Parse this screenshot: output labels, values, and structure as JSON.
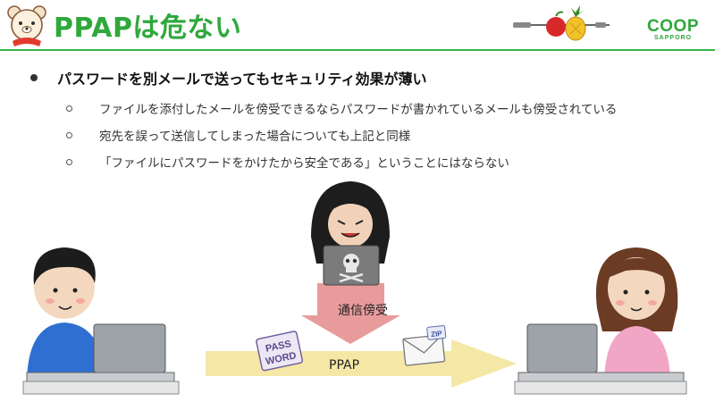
{
  "header": {
    "title": "PPAPは危ない",
    "logo_main": "COOP",
    "logo_sub": "SAPPORO"
  },
  "bullets": {
    "main": "パスワードを別メールで送ってもセキュリティ効果が薄い",
    "subs": [
      "ファイルを添付したメールを傍受できるならパスワードが書かれているメールも傍受されている",
      "宛先を誤って送信してしまった場合についても上記と同様",
      "「ファイルにパスワードをかけたから安全である」ということにはならない"
    ]
  },
  "diagram": {
    "intercept_label": "通信傍受",
    "flow_label": "PPAP",
    "password_doc_text": [
      "PASS",
      "WORD"
    ],
    "zip_tag": "ZIP"
  },
  "colors": {
    "accent": "#2fa83c",
    "flow_arrow": "#f5e7a6",
    "intercept_arrow": "#e89b9b"
  }
}
